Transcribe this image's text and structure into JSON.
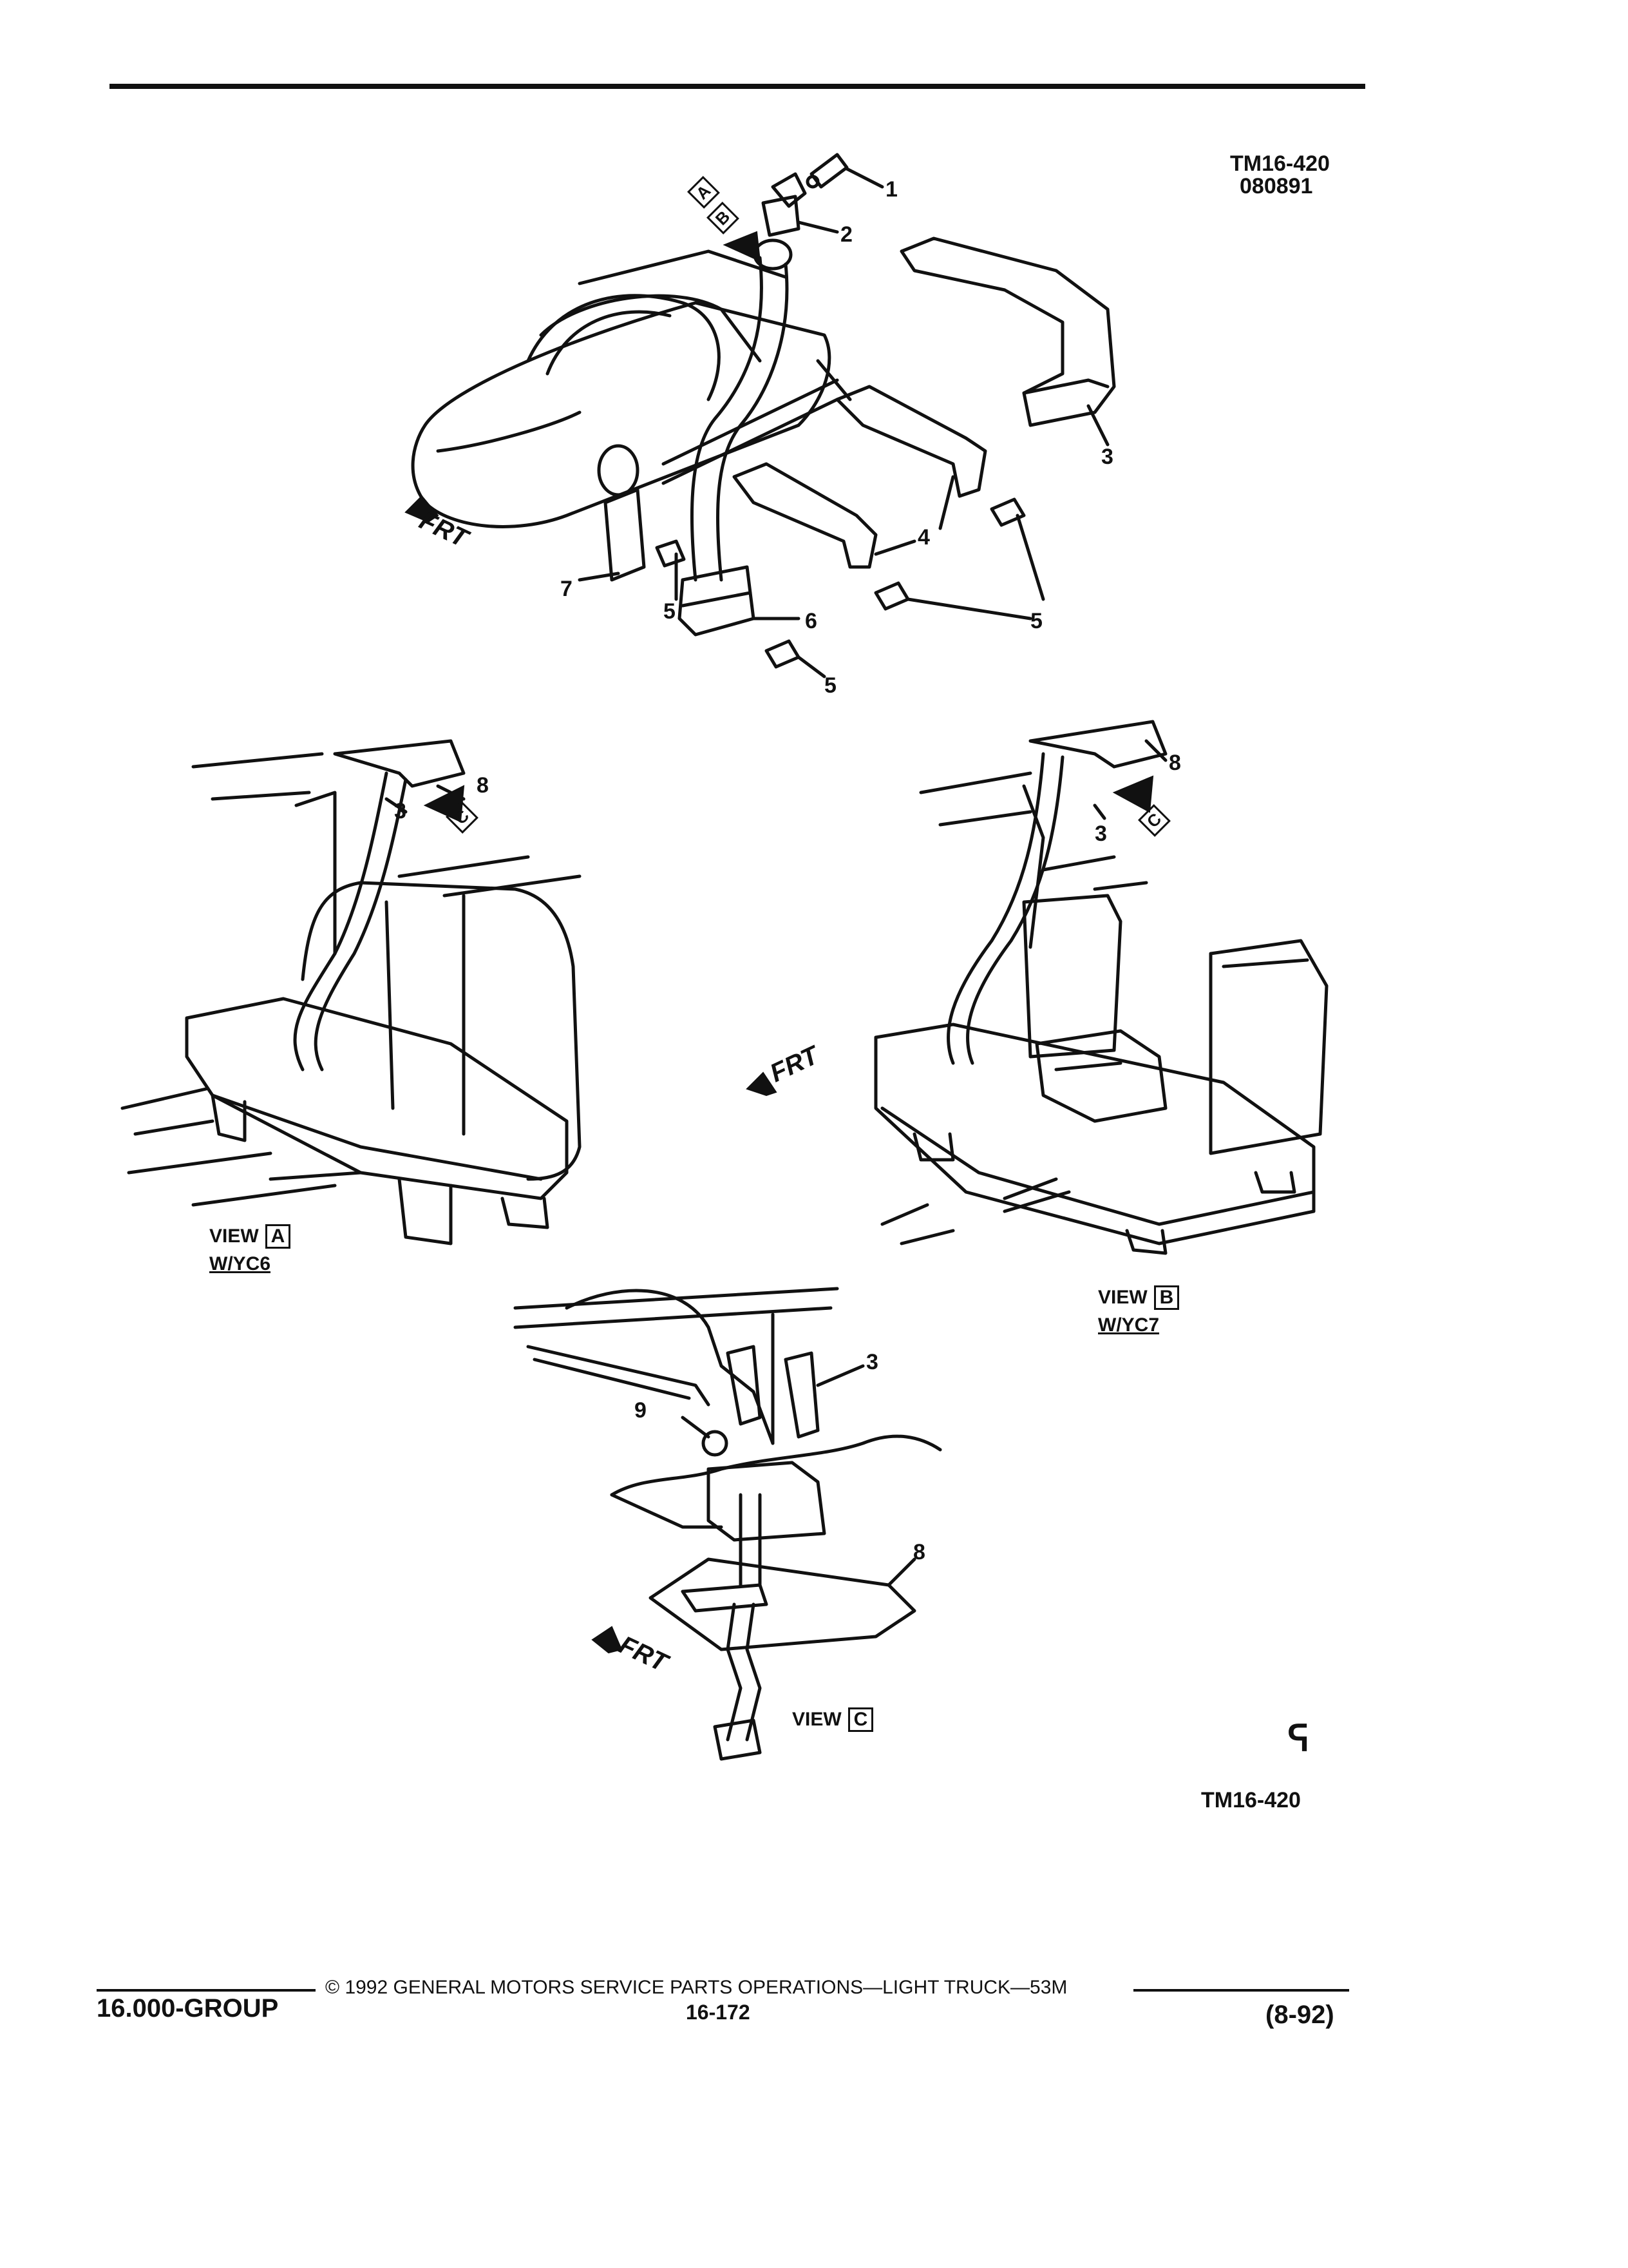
{
  "header": {
    "drawing_number": "TM16-420",
    "drawing_date": "080891"
  },
  "callouts": [
    "1",
    "2",
    "3",
    "4",
    "5",
    "6",
    "7",
    "8",
    "9"
  ],
  "view_letters": {
    "a": "A",
    "b": "B",
    "c": "C"
  },
  "direction_label": "FRT",
  "views": {
    "a": {
      "label": "VIEW",
      "letter": "A",
      "option": "W/YC6"
    },
    "b": {
      "label": "VIEW",
      "letter": "B",
      "option": "W/YC7"
    },
    "c": {
      "label": "VIEW",
      "letter": "C"
    }
  },
  "logo_glyph": "ᕋ",
  "figure_id": "TM16-420",
  "footer": {
    "copyright": "© 1992 GENERAL MOTORS SERVICE PARTS OPERATIONS—LIGHT TRUCK—53M",
    "group": "16.000-GROUP",
    "page_number": "16-172",
    "revision": "(8-92)"
  }
}
